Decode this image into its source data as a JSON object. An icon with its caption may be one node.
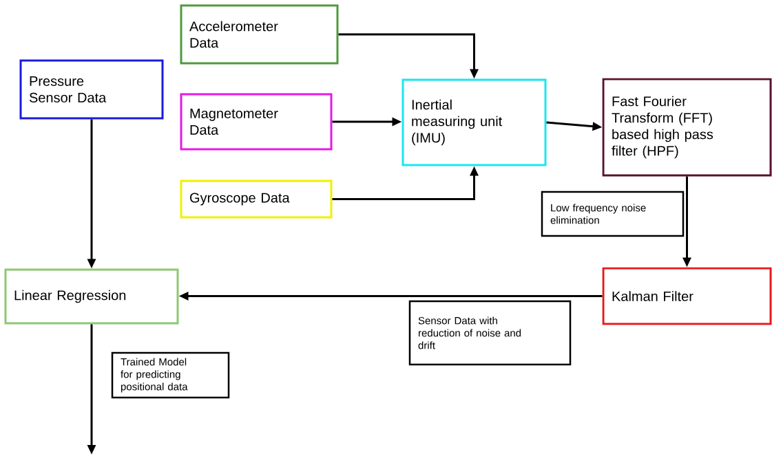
{
  "diagram": {
    "nodes": [
      {
        "text": [
          "Accelerometer Data"
        ]
      },
      {
        "text": [
          "Pressure Sensor Data"
        ]
      },
      {
        "text": [
          "Magnetometer Data"
        ]
      },
      {
        "text": [
          "Inertial measuring unit (IMU)"
        ]
      },
      {
        "text": [
          "Fast Fourier Transform (FFT) based high pass filter (HPF)"
        ]
      },
      {
        "text": [
          "Gyroscope Data"
        ]
      },
      {
        "text": [
          "Low frequency noise elimination"
        ]
      },
      {
        "text": [
          "Linear Regression"
        ]
      },
      {
        "text": [
          "Kalman Filter"
        ]
      },
      {
        "text": [
          "Sensor Data with reduction of noise and drift"
        ]
      },
      {
        "text": [
          "Trained Model for predicting positional data"
        ]
      }
    ],
    "edges": [
      {
        "from": 0,
        "to": 3,
        "arrow": "to"
      },
      {
        "from": 2,
        "to": 3,
        "arrow": "to"
      },
      {
        "from": 5,
        "to": 3,
        "arrow": "to"
      },
      {
        "from": 3,
        "to": 4,
        "arrow": "to"
      },
      {
        "from": 1,
        "to": 7,
        "arrow": "to"
      },
      {
        "from": 4,
        "to": 8,
        "arrow": "to"
      },
      {
        "from": 8,
        "to": 7,
        "arrow": "to"
      },
      {
        "from": 7,
        "to": null,
        "arrow": "to"
      }
    ]
  }
}
